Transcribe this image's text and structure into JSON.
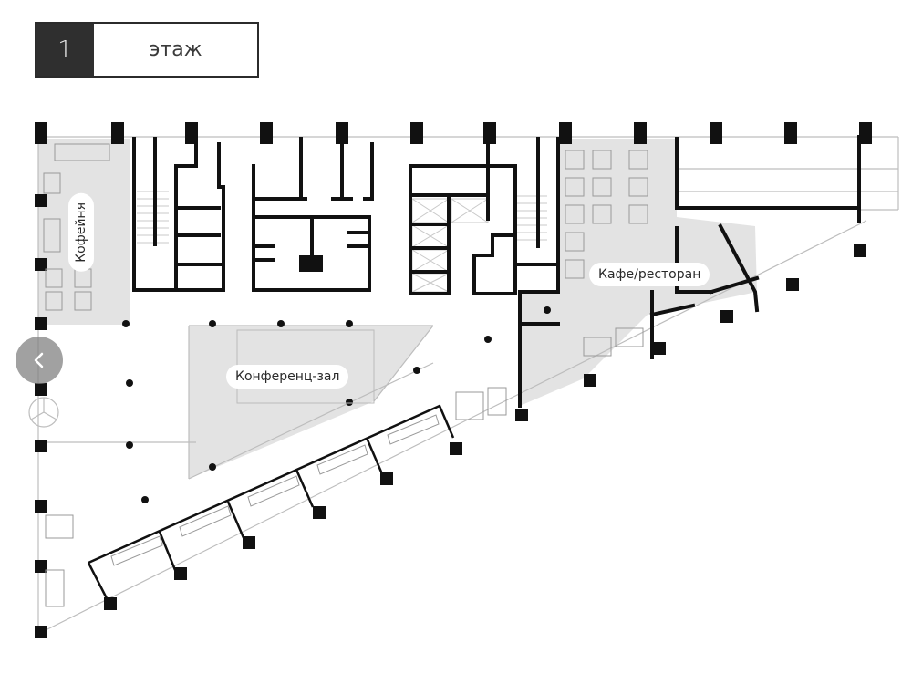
{
  "floor_selector": {
    "number": "1",
    "label": "этаж"
  },
  "rooms": {
    "coffee": "Кофейня",
    "conference": "Конференц-зал",
    "cafe": "Кафе/ресторан"
  },
  "navigation": {
    "prev_icon": "chevron-left-icon"
  },
  "colors": {
    "wall": "#111111",
    "highlight_fill": "#e2e2e2",
    "line": "#b5b5b5",
    "badge_dark": "#2f2f2f"
  }
}
